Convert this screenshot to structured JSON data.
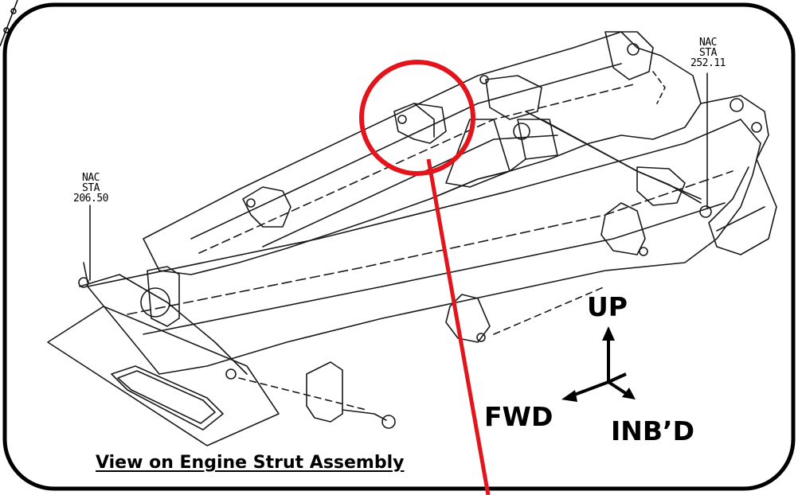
{
  "caption": "View on Engine Strut Assembly",
  "stations": [
    {
      "line1": "NAC",
      "line2": "STA",
      "value": "206.50"
    },
    {
      "line1": "NAC",
      "line2": "STA",
      "value": "252.11"
    }
  ],
  "directions": {
    "up": "UP",
    "fwd": "FWD",
    "inbd": "INB’D"
  },
  "colors": {
    "frame": "#000000",
    "highlight": "#e3141b",
    "drawing": "#1a1a1a"
  }
}
